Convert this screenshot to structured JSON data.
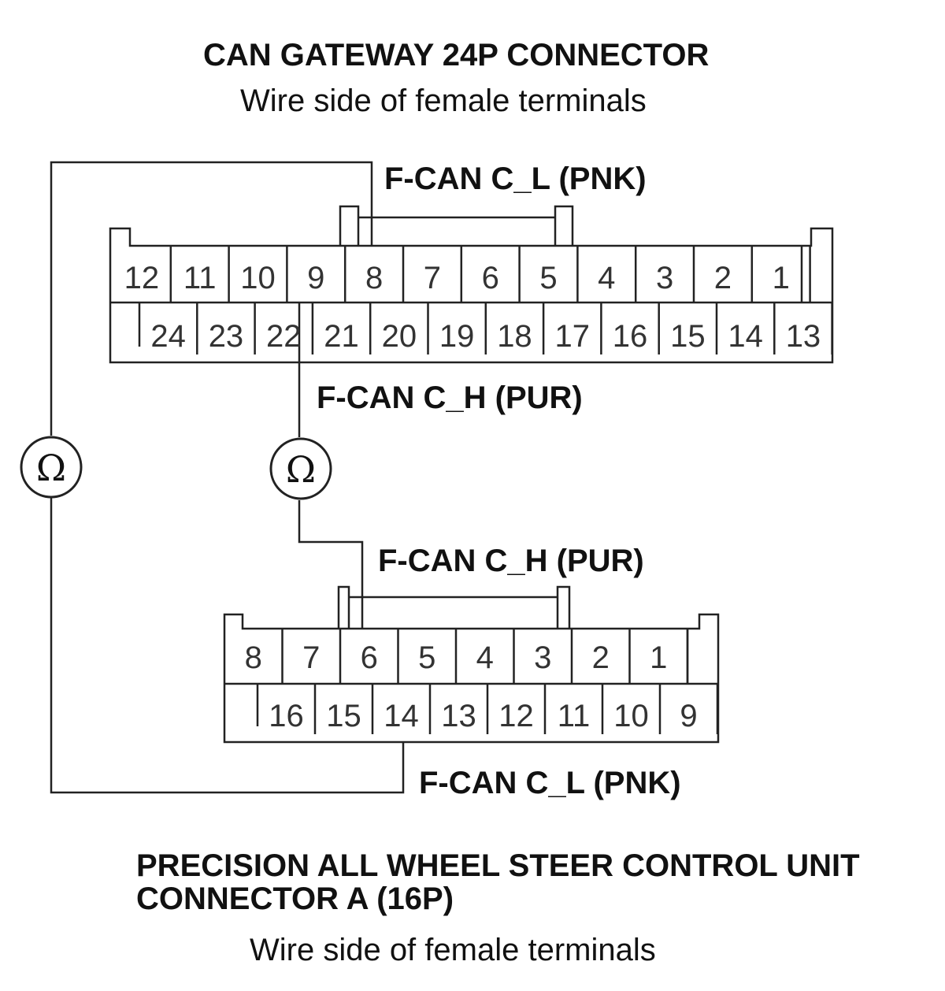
{
  "top_connector": {
    "title": "CAN GATEWAY 24P CONNECTOR",
    "subtitle": "Wire side of female terminals",
    "row1": [
      "12",
      "11",
      "10",
      "9",
      "8",
      "7",
      "6",
      "5",
      "4",
      "3",
      "2",
      "1"
    ],
    "row2": [
      "24",
      "23",
      "22",
      "21",
      "20",
      "19",
      "18",
      "17",
      "16",
      "15",
      "14",
      "13"
    ],
    "wire_pin8_label": "F-CAN C_L (PNK)",
    "wire_pin22_label": "F-CAN C_H (PUR)"
  },
  "bottom_connector": {
    "title_line1": "PRECISION ALL WHEEL STEER CONTROL UNIT",
    "title_line2": "CONNECTOR A (16P)",
    "subtitle": "Wire side of female terminals",
    "row1": [
      "8",
      "7",
      "6",
      "5",
      "4",
      "3",
      "2",
      "1"
    ],
    "row2": [
      "16",
      "15",
      "14",
      "13",
      "12",
      "11",
      "10",
      "9"
    ],
    "wire_pin6_label": "F-CAN C_H (PUR)",
    "wire_pin14_label": "F-CAN C_L (PNK)"
  },
  "meters": {
    "symbol": "Ω",
    "icon": "ohmmeter-icon"
  }
}
